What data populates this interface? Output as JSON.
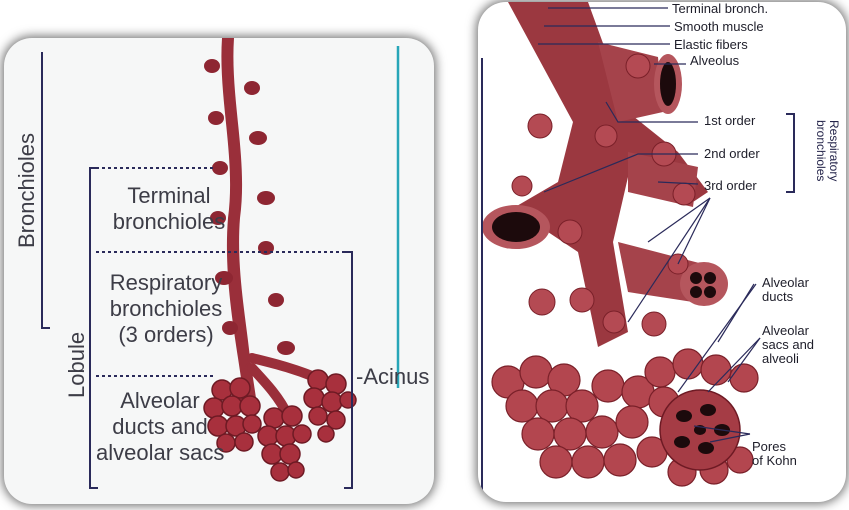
{
  "left": {
    "bronchioles": "Bronchioles",
    "lobule": "Lobule",
    "terminal_bronchioles": [
      "Terminal",
      "bronchioles"
    ],
    "respiratory_bronchioles": [
      "Respiratory",
      "bronchioles",
      "(3 orders)"
    ],
    "alveolar": [
      "Alveolar",
      "ducts and",
      "alveolar sacs"
    ],
    "acinus": "Acinus"
  },
  "right": {
    "terminal_bronch": "Terminal bronch.",
    "smooth_muscle": "Smooth muscle",
    "elastic_fibers": "Elastic fibers",
    "alveolus": "Alveolus",
    "first_order": "1st order",
    "second_order": "2nd order",
    "third_order": "3rd order",
    "respiratory_bronchioles": [
      "Respiratory",
      "bronchioles"
    ],
    "alveolar_ducts": [
      "Alveolar",
      "ducts"
    ],
    "alveolar_sacs": [
      "Alveolar",
      "sacs and",
      "alveoli"
    ],
    "pores_of_kohn": [
      "Pores",
      "of Kohn"
    ]
  },
  "colors": {
    "tissue": "#9a2f3a",
    "tissue_dark": "#6e1a24",
    "bracket": "#2a2a5a",
    "cyan_line": "#27a6b8"
  }
}
